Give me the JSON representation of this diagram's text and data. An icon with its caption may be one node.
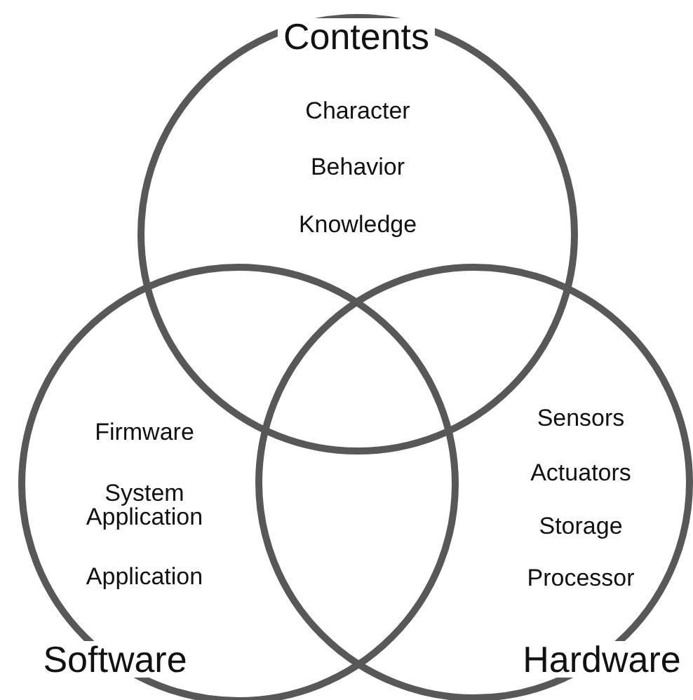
{
  "diagram": {
    "nodes": [
      {
        "text": [
          "Contents",
          "Character",
          "Behavior",
          "Knowledge"
        ]
      },
      {
        "text": [
          "Firmware",
          "System Application",
          "Application",
          "Software"
        ]
      },
      {
        "text": [
          "Sensors",
          "Actuators",
          "Storage",
          "Processor",
          "Hardware"
        ]
      }
    ],
    "edges": []
  }
}
